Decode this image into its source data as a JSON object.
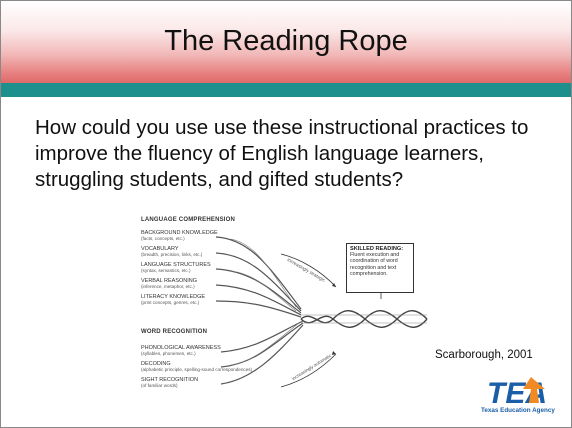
{
  "slide": {
    "title": "The Reading Rope",
    "question": "How could you use use these instructional practices to improve the fluency of English language learners, struggling students, and gifted students?",
    "citation": "Scarborough, 2001"
  },
  "figure": {
    "language_comprehension": {
      "heading": "LANGUAGE COMPREHENSION",
      "items": [
        {
          "label": "BACKGROUND KNOWLEDGE",
          "sub": "(facts, concepts, etc.)"
        },
        {
          "label": "VOCABULARY",
          "sub": "(breadth, precision, links, etc.)"
        },
        {
          "label": "LANGUAGE STRUCTURES",
          "sub": "(syntax, semantics, etc.)"
        },
        {
          "label": "VERBAL REASONING",
          "sub": "(inference, metaphor, etc.)"
        },
        {
          "label": "LITERACY KNOWLEDGE",
          "sub": "(print concepts, genres, etc.)"
        }
      ],
      "arrow_label": "increasingly strategic"
    },
    "word_recognition": {
      "heading": "WORD RECOGNITION",
      "items": [
        {
          "label": "PHONOLOGICAL AWARENESS",
          "sub": "(syllables, phonemes, etc.)"
        },
        {
          "label": "DECODING",
          "sub": "(alphabetic principle, spelling-sound correspondences)"
        },
        {
          "label": "SIGHT RECOGNITION",
          "sub": "(of familiar words)"
        }
      ],
      "arrow_label": "increasingly automatic"
    },
    "skilled_reading": {
      "title": "SKILLED READING:",
      "body": "Fluent execution and coordination of word recognition and text comprehension."
    }
  },
  "logo": {
    "mark": "TEA",
    "name": "Texas Education Agency",
    "colors": {
      "blue": "#1a5ea8",
      "orange": "#f08a24"
    }
  },
  "colors": {
    "teal_bar": "#1d8f8c",
    "title_gradient_bottom": "#de6a6a"
  }
}
